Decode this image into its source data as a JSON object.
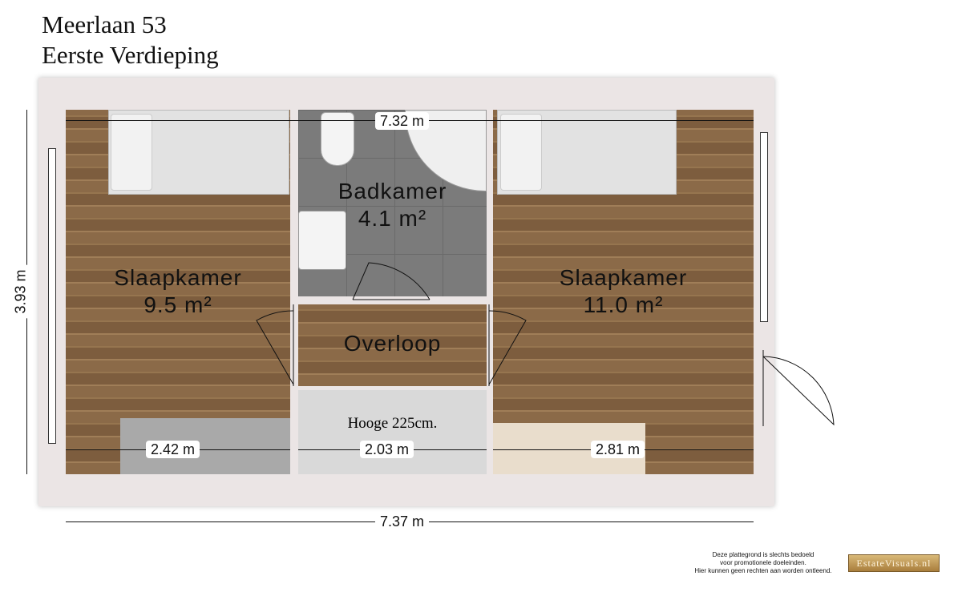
{
  "header": {
    "address": "Meerlaan 53",
    "floor": "Eerste Verdieping"
  },
  "rooms": [
    {
      "name": "Slaapkamer",
      "area": "9.5 m²"
    },
    {
      "name": "Badkamer",
      "area": "4.1 m²"
    },
    {
      "name": "Overloop"
    },
    {
      "name": "Slaapkamer",
      "area": "11.0 m²"
    }
  ],
  "dimensions": {
    "top": "7.32 m",
    "bottom": "7.37 m",
    "left": "3.93 m",
    "room_left": "2.42 m",
    "room_mid": "2.03 m",
    "room_right": "2.81 m"
  },
  "stairs_note": "Hooge 225cm.",
  "disclaimer": [
    "Deze plattegrond is slechts bedoeld",
    "voor promotionele doeleinden.",
    "Hier kunnen geen rechten aan worden ontleend."
  ],
  "logo_text": "EstateVisuals.nl"
}
